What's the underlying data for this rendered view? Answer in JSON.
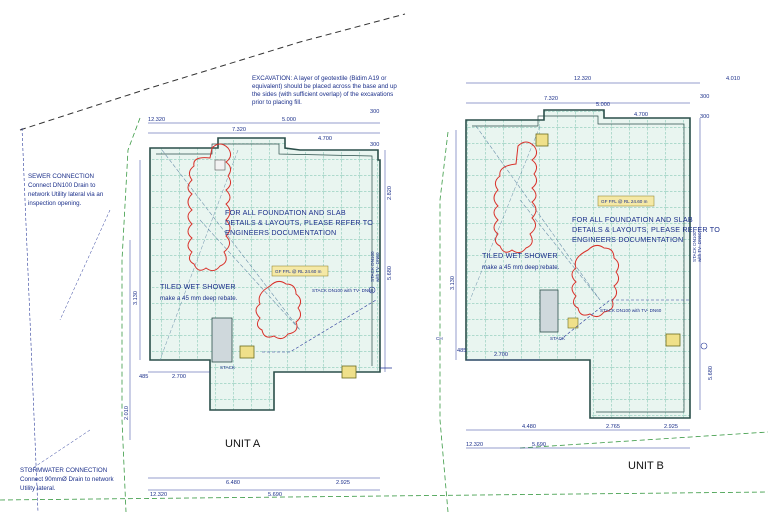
{
  "colors": {
    "dimension": "#2a3b9a",
    "slab_fill": "#e7f3ee",
    "grid": "#8cc9b7",
    "wall": "#2b4f4a",
    "cloud_red": "#d9322b",
    "boundary_green": "#3a9a44",
    "fixture_yellow": "#e8d84a"
  },
  "notes": {
    "excavation": [
      "EXCAVATION: A layer of geotextile (Bidim A19 or",
      "equivalent) should be placed across the base and up",
      "the sides (with sufficient overlap) of the excavations",
      "prior to placing fill."
    ],
    "sewer": [
      "SEWER CONNECTION",
      "Connect DN100    Drain to",
      "network Utility lateral via an",
      "inspection opening."
    ],
    "stormwater": [
      "STORMWATER CONNECTION",
      "Connect 90mmØ Drain to network",
      "Utility lateral."
    ]
  },
  "unit_a": {
    "label": "UNIT A",
    "foundation_note": [
      "FOR ALL FOUNDATION AND SLAB",
      "DETAILS & LAYOUTS, PLEASE REFER TO",
      "ENGINEERS DOCUMENTATION"
    ],
    "shower_title": "TILED WET SHOWER",
    "shower_note": "make a 45 mm deep rebate.",
    "ffl_tag": "GF FFL @ RL 24.60 m",
    "stack_1": "STACK DN100 with TV- DN60",
    "stack_2": "STACK",
    "stack_3": [
      "STACK DN100",
      "with TV- DN60"
    ],
    "dims": {
      "top_overall": "12.320",
      "top_a": "7.320",
      "top_b": "5.000",
      "top_c": "4.700",
      "right_a": "300",
      "right_b": "300",
      "left_a": "485",
      "bottom_a": "2.700",
      "bottom_b": "6.480",
      "bottom_c": "5.690",
      "bottom_d": "2.925",
      "bottom_overall": "12.320",
      "side_a": "3.130",
      "side_b": "2.010",
      "side_c": "5.680",
      "side_d": "2.820"
    }
  },
  "unit_b": {
    "label": "UNIT B",
    "foundation_note": [
      "FOR ALL FOUNDATION AND SLAB",
      "DETAILS & LAYOUTS, PLEASE REFER TO",
      "ENGINEERS DOCUMENTATION"
    ],
    "shower_title": "TILED WET SHOWER",
    "shower_note": "make a 45 mm deep rebate.",
    "ffl_tag": "GF FFL @ RL 24.60 m",
    "stack_1": "STACK DN100 with TV- DN60",
    "stack_2": "STACK",
    "stack_3": [
      "STACK DN100",
      "with TV- DN60"
    ],
    "ch_label": "CH",
    "dims": {
      "top_overall": "12.320",
      "top_right": "4.010",
      "top_a": "7.320",
      "top_b": "5.000",
      "top_c": "4.700",
      "right_a": "300",
      "right_b": "300",
      "left_a": "485",
      "bottom_a": "2.700",
      "bottom_b": "4.480",
      "bottom_c": "2.765",
      "bottom_d": "2.925",
      "bottom_e": "5.690",
      "bottom_overall": "12.320",
      "side_a": "3.130",
      "side_b": "5.680"
    }
  }
}
